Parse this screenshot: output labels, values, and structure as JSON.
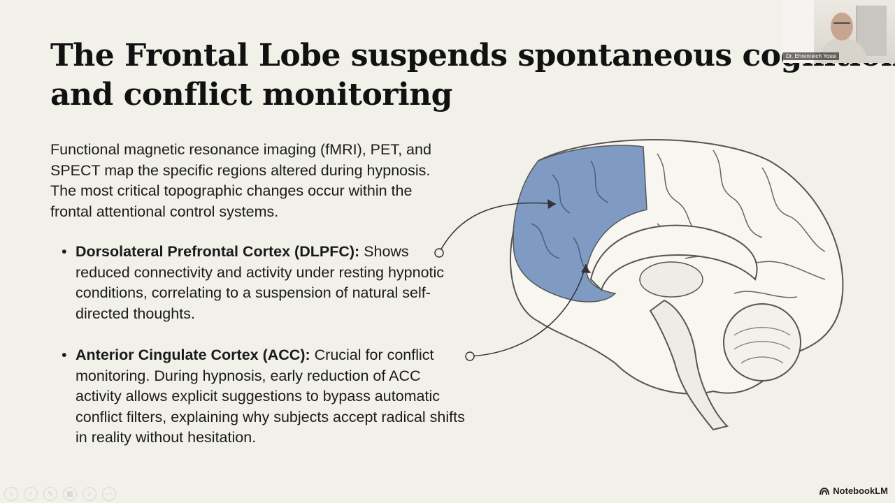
{
  "slide": {
    "title_line1": "The Frontal Lobe suspends spontaneous cognition",
    "title_line2": "and conflict monitoring",
    "intro": "Functional magnetic resonance imaging (fMRI), PET, and SPECT map the specific regions altered during hypnosis. The most critical topographic changes occur within the frontal attentional control systems.",
    "bullets": [
      {
        "term": "Dorsolateral Prefrontal Cortex (DLPFC):",
        "text": " Shows reduced connectivity and activity under resting hypnotic conditions, correlating to a suspension of natural self-directed thoughts."
      },
      {
        "term": "Anterior Cingulate Cortex (ACC):",
        "text": " Crucial for conflict monitoring. During hypnosis, early reduction of ACC activity allows explicit suggestions to bypass automatic conflict filters, explaining why subjects accept radical shifts in reality without hesitation."
      }
    ],
    "bullet_glyph": "•",
    "highlight_color": "#7f9bc4"
  },
  "webcam": {
    "name": "Dr. Ehrenreich Yossi"
  },
  "branding": {
    "label": "NotebookLM"
  },
  "toolbar": {
    "icons": [
      "prev-icon",
      "next-icon",
      "pen-icon",
      "grid-icon",
      "zoom-icon",
      "more-icon"
    ],
    "glyphs": [
      "‹",
      "›",
      "✎",
      "▦",
      "⌕",
      "⋯"
    ]
  }
}
